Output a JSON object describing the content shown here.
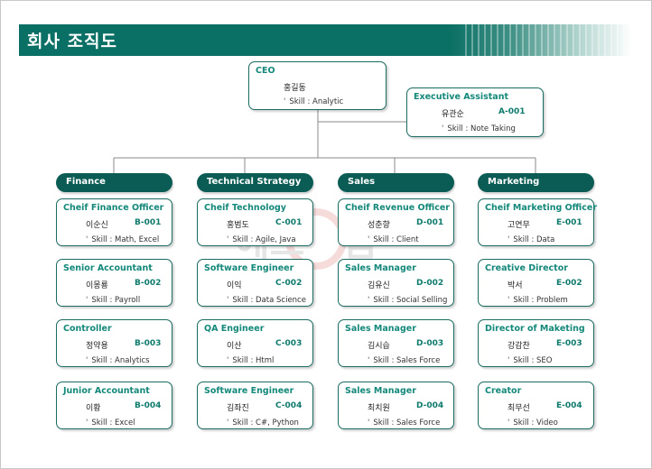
{
  "header": {
    "title": "회사 조직도"
  },
  "ceo": {
    "role": "CEO",
    "name": "홍길동",
    "skill": "Skill : Analytic"
  },
  "assistant": {
    "role": "Executive Assistant",
    "name": "유관순",
    "code": "A-001",
    "skill": "Skill : Note Taking"
  },
  "departments": [
    {
      "name": "Finance",
      "members": [
        {
          "role": "Cheif Finance Officer",
          "name": "이순신",
          "code": "B-001",
          "skill": "Skill : Math, Excel"
        },
        {
          "role": "Senior Accountant",
          "name": "이몽룡",
          "code": "B-002",
          "skill": "Skill : Payroll"
        },
        {
          "role": "Controller",
          "name": "정약용",
          "code": "B-003",
          "skill": "Skill : Analytics"
        },
        {
          "role": "Junior Accountant",
          "name": "이황",
          "code": "B-004",
          "skill": "Skill : Excel"
        }
      ]
    },
    {
      "name": "Technical Strategy",
      "members": [
        {
          "role": "Cheif Technology",
          "name": "홍범도",
          "code": "C-001",
          "skill": "Skill : Agile, Java"
        },
        {
          "role": "Software Engineer",
          "name": "이익",
          "code": "C-002",
          "skill": "Skill : Data Science"
        },
        {
          "role": "QA Engineer",
          "name": "이산",
          "code": "C-003",
          "skill": "Skill : Html"
        },
        {
          "role": "Software Engineer",
          "name": "김좌진",
          "code": "C-004",
          "skill": "Skill : C#, Python"
        }
      ]
    },
    {
      "name": "Sales",
      "members": [
        {
          "role": "Cheif Revenue Officer",
          "name": "성춘향",
          "code": "D-001",
          "skill": "Skill : Client"
        },
        {
          "role": "Sales Manager",
          "name": "김유신",
          "code": "D-002",
          "skill": "Skill : Social Selling"
        },
        {
          "role": "Sales Manager",
          "name": "김시습",
          "code": "D-003",
          "skill": "Skill : Sales Force"
        },
        {
          "role": "Sales Manager",
          "name": "최치원",
          "code": "D-004",
          "skill": "Skill : Sales Force"
        }
      ]
    },
    {
      "name": "Marketing",
      "members": [
        {
          "role": "Cheif Marketing Officer",
          "name": "고연무",
          "code": "E-001",
          "skill": "Skill : Data"
        },
        {
          "role": "Creative Director",
          "name": "박서",
          "code": "E-002",
          "skill": "Skill : Problem"
        },
        {
          "role": "Director of Maketing",
          "name": "강감찬",
          "code": "E-003",
          "skill": "Skill : SEO"
        },
        {
          "role": "Creator",
          "name": "최무선",
          "code": "E-004",
          "skill": "Skill : Video"
        }
      ]
    }
  ],
  "colors": {
    "accent": "#0a6f64",
    "dept_pill": "#0a5c55",
    "role_text": "#14887a",
    "border": "#1a6b62"
  }
}
